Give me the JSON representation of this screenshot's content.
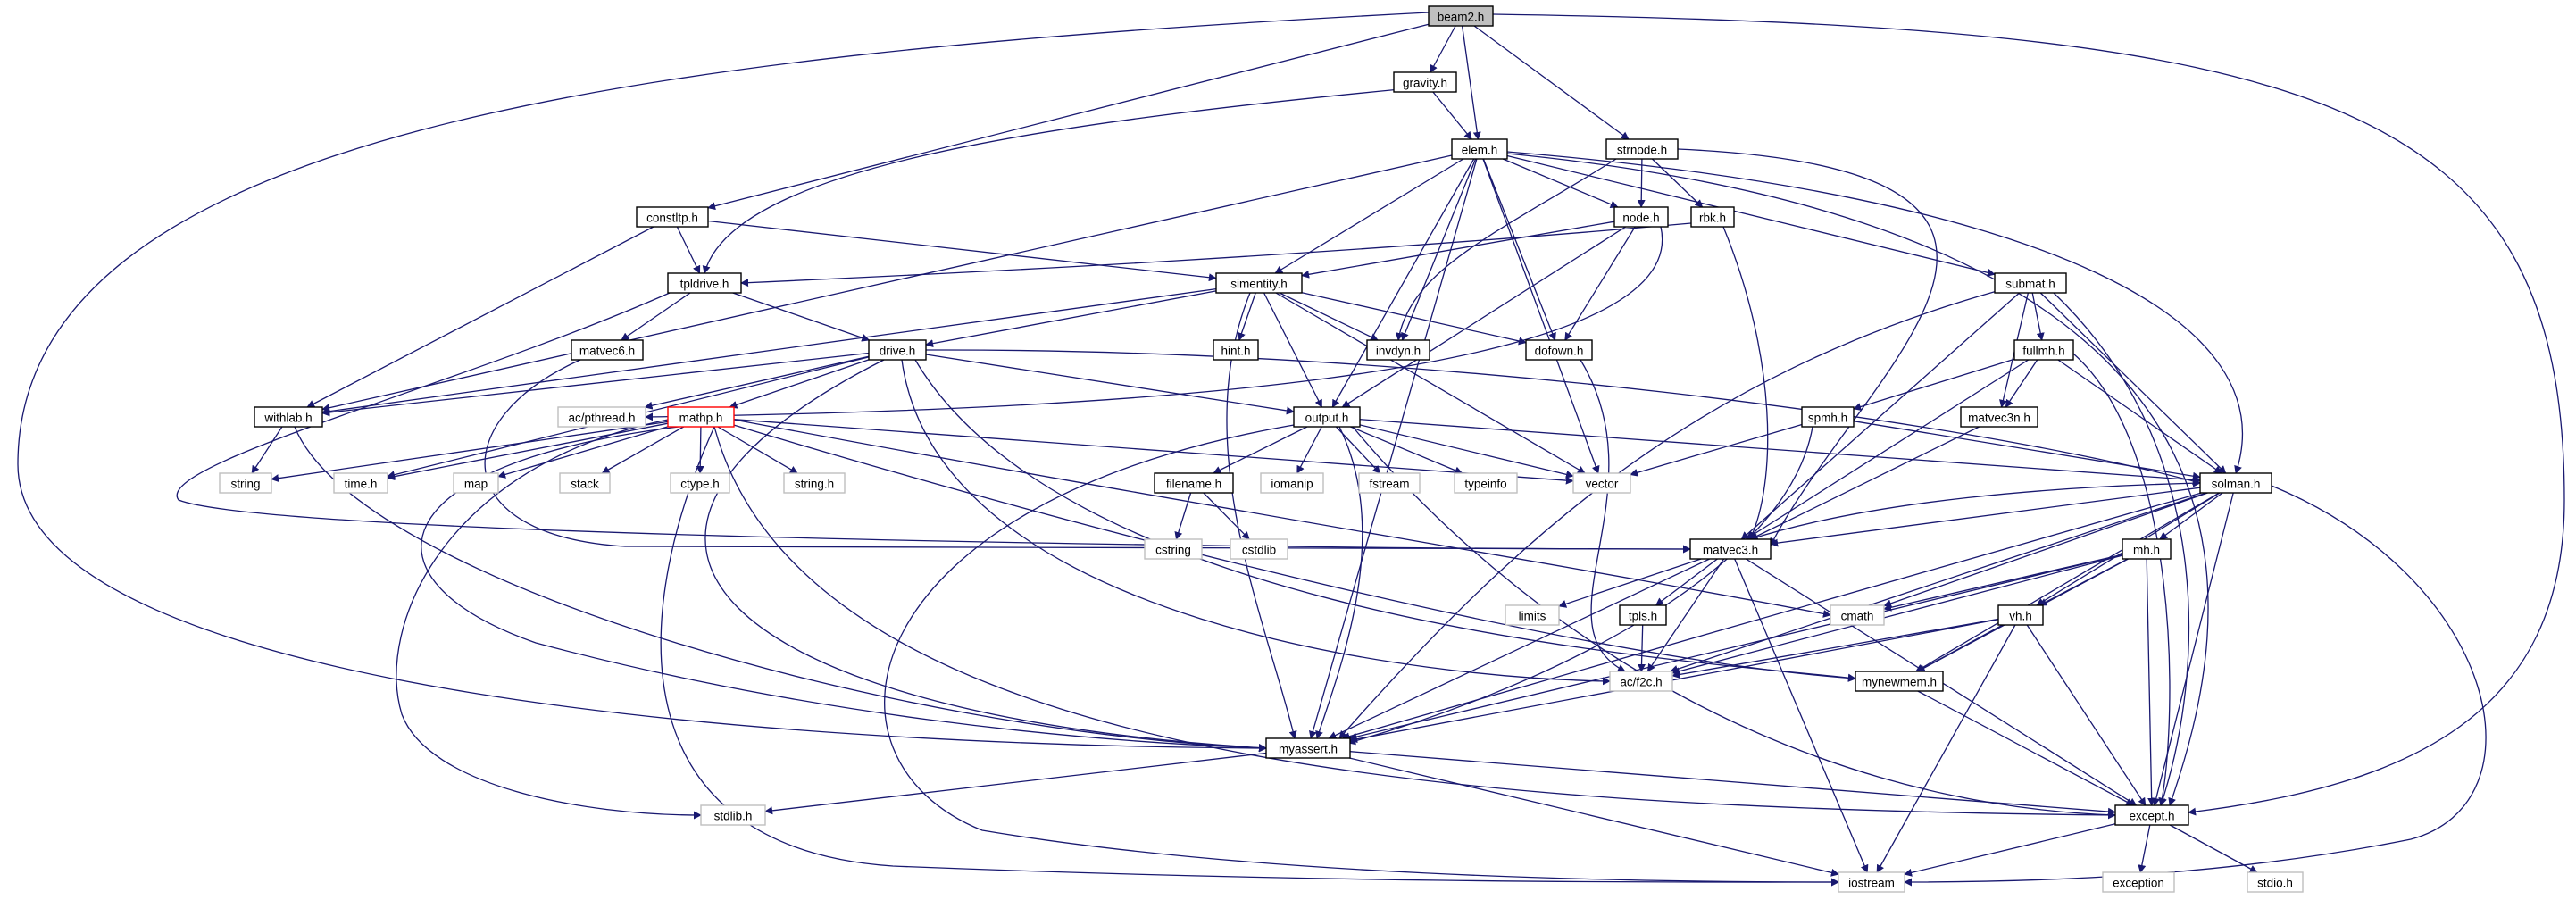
{
  "colors": {
    "edge": "#191970",
    "root_fill": "#bfbfbf",
    "local_border": "#000000",
    "system_border": "#bfbfbf",
    "highlight_border": "#ff0000"
  },
  "nodes": {
    "beam2_h": "beam2.h",
    "gravity_h": "gravity.h",
    "elem_h": "elem.h",
    "strnode_h": "strnode.h",
    "constltp_h": "constltp.h",
    "node_h": "node.h",
    "rbk_h": "rbk.h",
    "tpldrive_h": "tpldrive.h",
    "simentity_h": "simentity.h",
    "submat_h": "submat.h",
    "matvec6_h": "matvec6.h",
    "drive_h": "drive.h",
    "hint_h": "hint.h",
    "invdyn_h": "invdyn.h",
    "dofown_h": "dofown.h",
    "fullmh_h": "fullmh.h",
    "withlab_h": "withlab.h",
    "ac_pthread_h": "ac/pthread.h",
    "mathp_h": "mathp.h",
    "output_h": "output.h",
    "spmh_h": "spmh.h",
    "matvec3n_h": "matvec3n.h",
    "string": "string",
    "time_h": "time.h",
    "map": "map",
    "stack": "stack",
    "ctype_h": "ctype.h",
    "string_h": "string.h",
    "vector": "vector",
    "filename_h": "filename.h",
    "iomanip": "iomanip",
    "fstream": "fstream",
    "typeinfo": "typeinfo",
    "solman_h": "solman.h",
    "cstring": "cstring",
    "cstdlib": "cstdlib",
    "matvec3_h": "matvec3.h",
    "mh_h": "mh.h",
    "limits": "limits",
    "cmath": "cmath",
    "tpls_h": "tpls.h",
    "vh_h": "vh.h",
    "ac_f2c_h": "ac/f2c.h",
    "mynewmem_h": "mynewmem.h",
    "myassert_h": "myassert.h",
    "stdlib_h": "stdlib.h",
    "except_h": "except.h",
    "iostream": "iostream",
    "exception": "exception",
    "stdio_h": "stdio.h"
  }
}
